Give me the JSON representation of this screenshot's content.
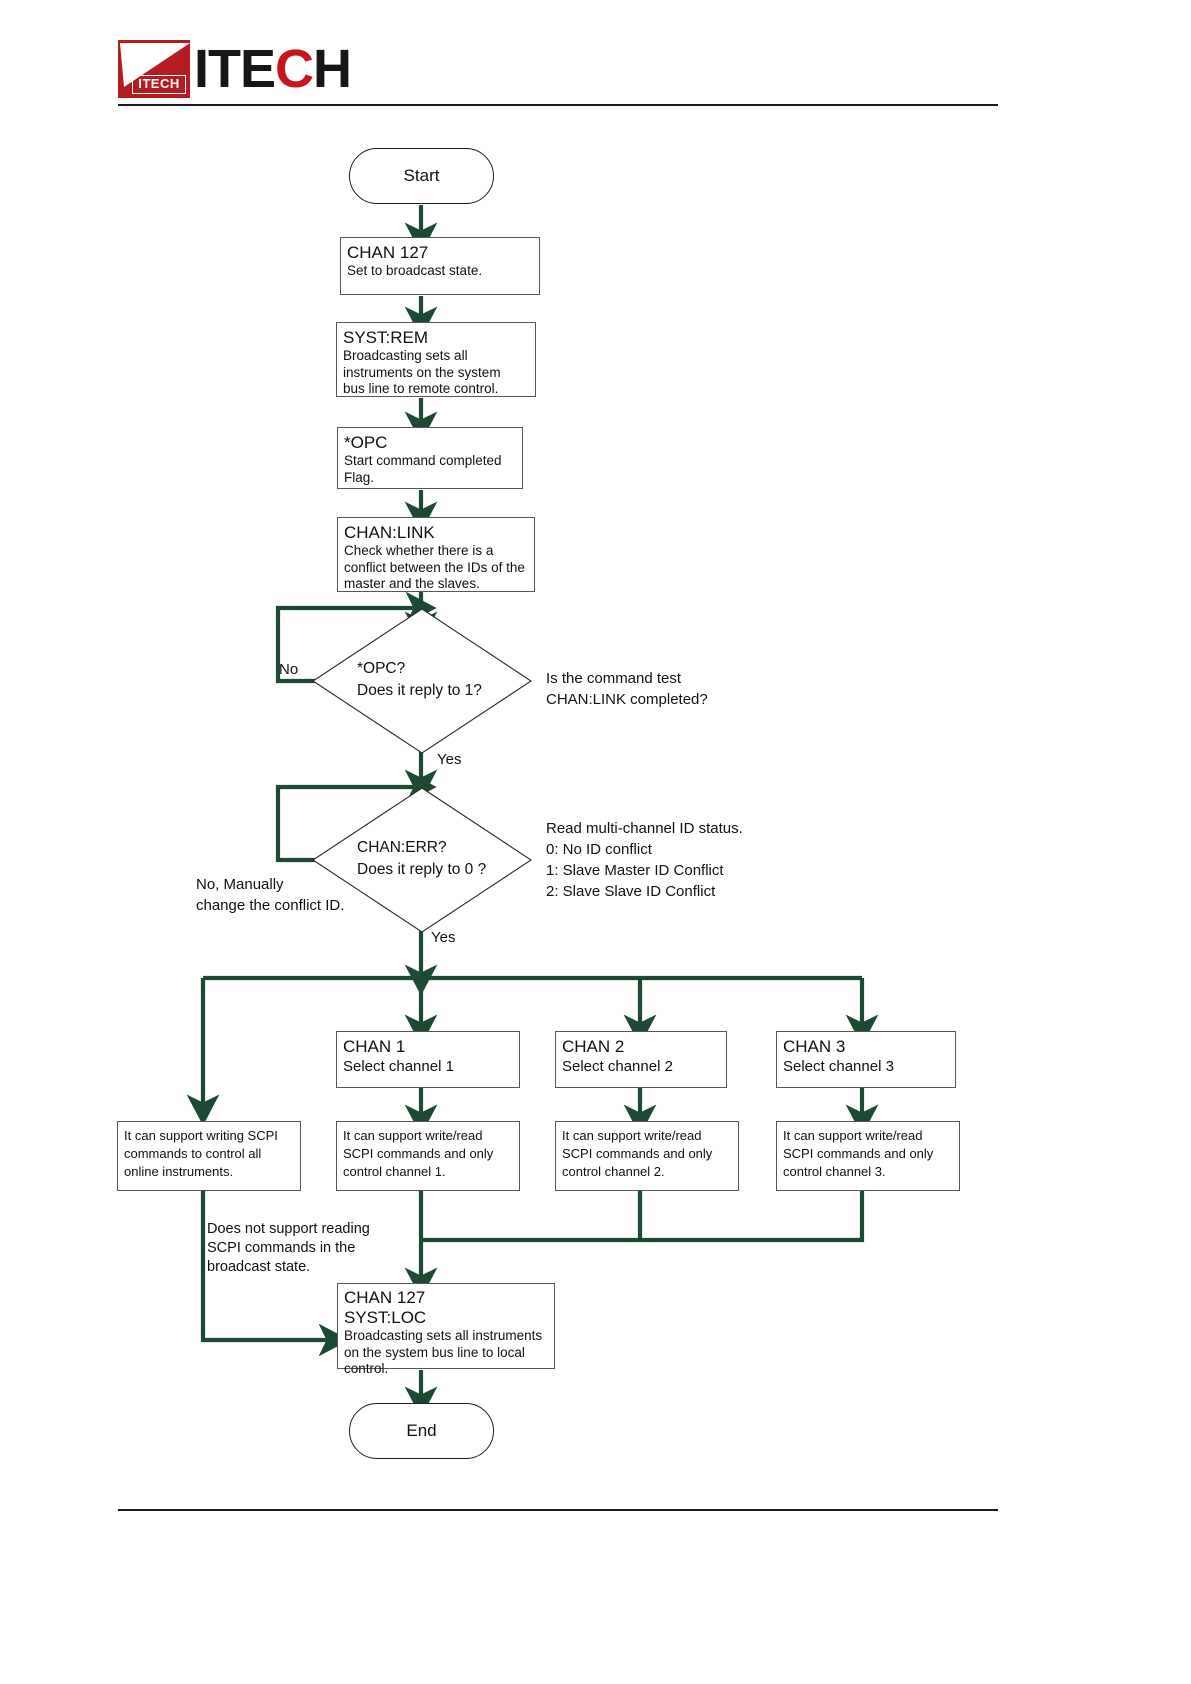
{
  "brand": {
    "logo_mark_text": "ITECH",
    "wordmark_part1": "ITE",
    "wordmark_part2": "C",
    "wordmark_part3": "H",
    "accent_red": "#c4161c",
    "mark_red": "#b41c22"
  },
  "theme": {
    "arrow_green": "#1d4a33",
    "box_border": "#555555",
    "terminal_border": "#1d1d1d",
    "text_color": "#111111"
  },
  "flow": {
    "start": {
      "label": "Start"
    },
    "end": {
      "label": "End"
    },
    "steps": [
      {
        "id": "chan127-broadcast",
        "title": "CHAN 127",
        "desc": "Set to broadcast state."
      },
      {
        "id": "syst-rem",
        "title": "SYST:REM",
        "desc": "Broadcasting sets all\ninstruments on the system\nbus line to remote control."
      },
      {
        "id": "opc",
        "title": "*OPC",
        "desc": "Start command completed\nFlag."
      },
      {
        "id": "chan-link",
        "title": "CHAN:LINK",
        "desc": "Check whether there is a\nconflict between the IDs of the\nmaster and the slaves."
      }
    ],
    "decisions": [
      {
        "id": "opc-query",
        "line1": "*OPC?",
        "line2": "Does it reply to 1?",
        "yes_label": "Yes",
        "no_label": "No",
        "side_note": "Is the command test\nCHAN:LINK completed?"
      },
      {
        "id": "chan-err-query",
        "line1": "CHAN:ERR?",
        "line2": "Does it reply to 0 ?",
        "yes_label": "Yes",
        "no_label": "No, Manually\nchange the conflict ID.",
        "side_note": "Read multi-channel ID status.\n0: No ID conflict\n1: Slave Master ID Conflict\n2: Slave Slave ID Conflict"
      }
    ],
    "channels": [
      {
        "id": "chan1",
        "title": "CHAN 1",
        "desc": "Select channel 1"
      },
      {
        "id": "chan2",
        "title": "CHAN 2",
        "desc": "Select channel 2"
      },
      {
        "id": "chan3",
        "title": "CHAN 3",
        "desc": "Select channel 3"
      }
    ],
    "notes": [
      {
        "id": "note-broadcast",
        "text": "It can support writing SCPI\ncommands to control all\nonline instruments."
      },
      {
        "id": "note-chan1",
        "text": "It can support write/read\nSCPI commands and only\n control channel 1."
      },
      {
        "id": "note-chan2",
        "text": "It can support write/read\nSCPI commands and only\n control channel 2."
      },
      {
        "id": "note-chan3",
        "text": "It can support write/read\nSCPI commands and only\n control channel 3."
      }
    ],
    "broadcast_limit_note": "Does not support reading\nSCPI commands in the\nbroadcast state.",
    "final_step": {
      "id": "chan127-local",
      "title_line1": "CHAN 127",
      "title_line2": "SYST:LOC",
      "desc": "Broadcasting sets all instruments\non the system bus line to local\ncontrol."
    }
  }
}
